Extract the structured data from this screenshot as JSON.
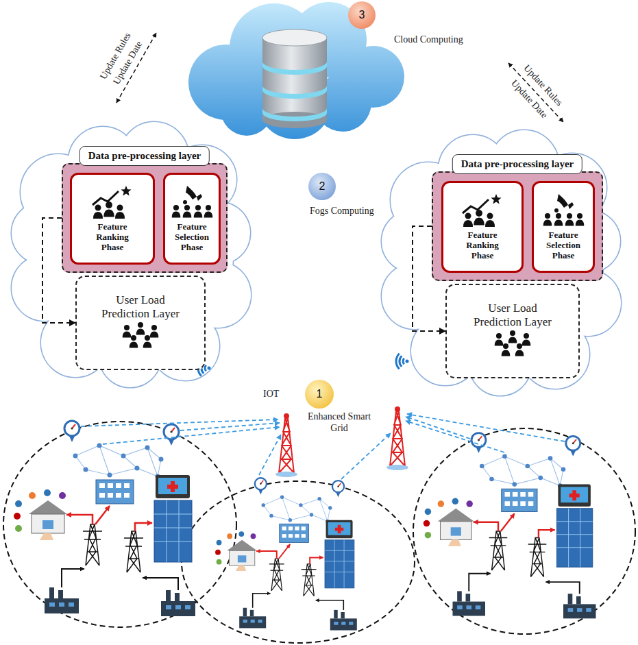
{
  "diagram": {
    "nodes": [
      {
        "text": [
          "3"
        ]
      },
      {
        "text": [
          "Data pre-processing layer"
        ]
      },
      {
        "text": [
          "Feature Ranking Phase"
        ],
        "in": 1
      },
      {
        "text": [
          "Feature Selection Phase"
        ],
        "in": 1
      },
      {
        "text": [
          "User Load Prediction Layer"
        ]
      },
      {
        "text": [
          "2"
        ]
      },
      {
        "text": [
          "Data pre-processing layer"
        ]
      },
      {
        "text": [
          "Feature Ranking Phase"
        ],
        "in": 6
      },
      {
        "text": [
          "Feature Selection Phase"
        ],
        "in": 6
      },
      {
        "text": [
          "User Load Prediction Layer"
        ]
      },
      {
        "text": [
          "1"
        ]
      }
    ],
    "edges": [
      {
        "from": 1,
        "to": 4,
        "arrow": "to"
      },
      {
        "from": 6,
        "to": 9,
        "arrow": "to"
      }
    ],
    "labels": [
      "Cloud Computing",
      "Update Rules",
      "Update Date",
      "Update Rules",
      "Update Date",
      "Fogs Computing",
      "IOT",
      "Enhanced Smart Grid"
    ]
  }
}
